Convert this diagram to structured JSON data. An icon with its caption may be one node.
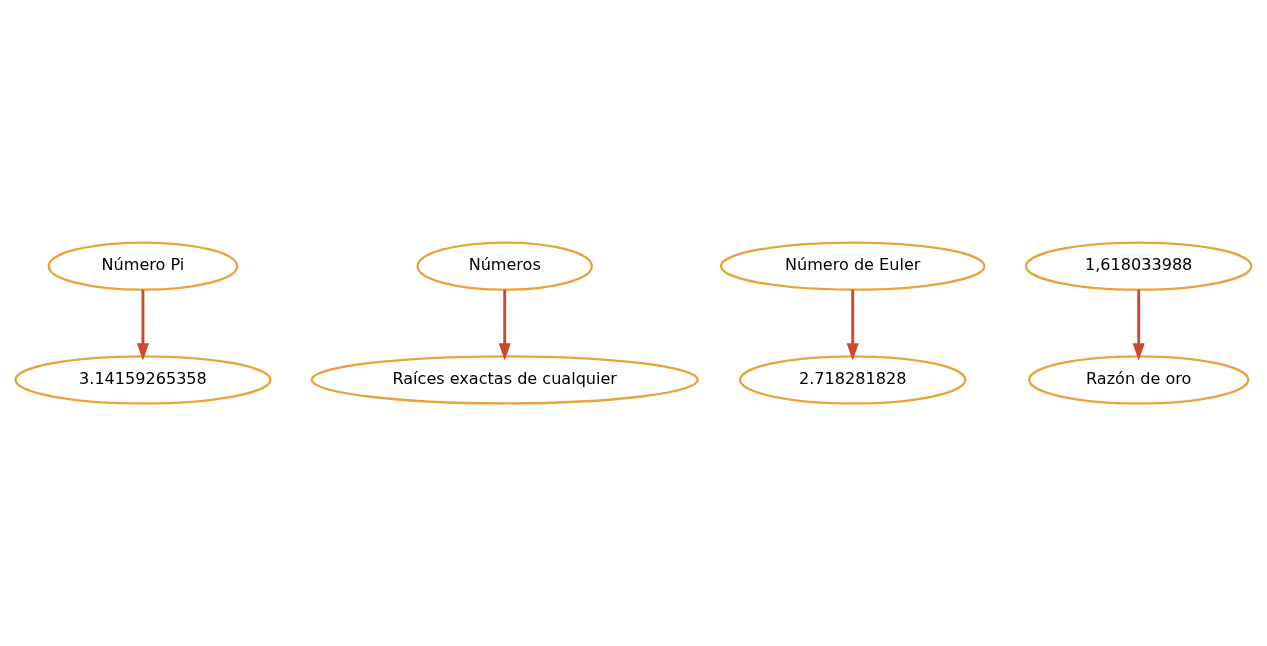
{
  "diagram": {
    "nodes": [
      {
        "text": [
          "Número Pi"
        ]
      },
      {
        "text": [
          "Números"
        ]
      },
      {
        "text": [
          "Número de Euler"
        ]
      },
      {
        "text": [
          "2.718281828"
        ]
      },
      {
        "text": [
          "3.14159265358"
        ]
      },
      {
        "text": [
          "Razón de oro"
        ]
      },
      {
        "text": [
          "1,618033988"
        ]
      },
      {
        "text": [
          "Raíces exactas de cualquier"
        ]
      }
    ],
    "edges": [
      {
        "from": 0,
        "to": 4,
        "arrow": "to"
      },
      {
        "from": 2,
        "to": 3,
        "arrow": "to"
      },
      {
        "from": 1,
        "to": 7,
        "arrow": "to"
      },
      {
        "from": 6,
        "to": 5,
        "arrow": "to"
      }
    ]
  }
}
